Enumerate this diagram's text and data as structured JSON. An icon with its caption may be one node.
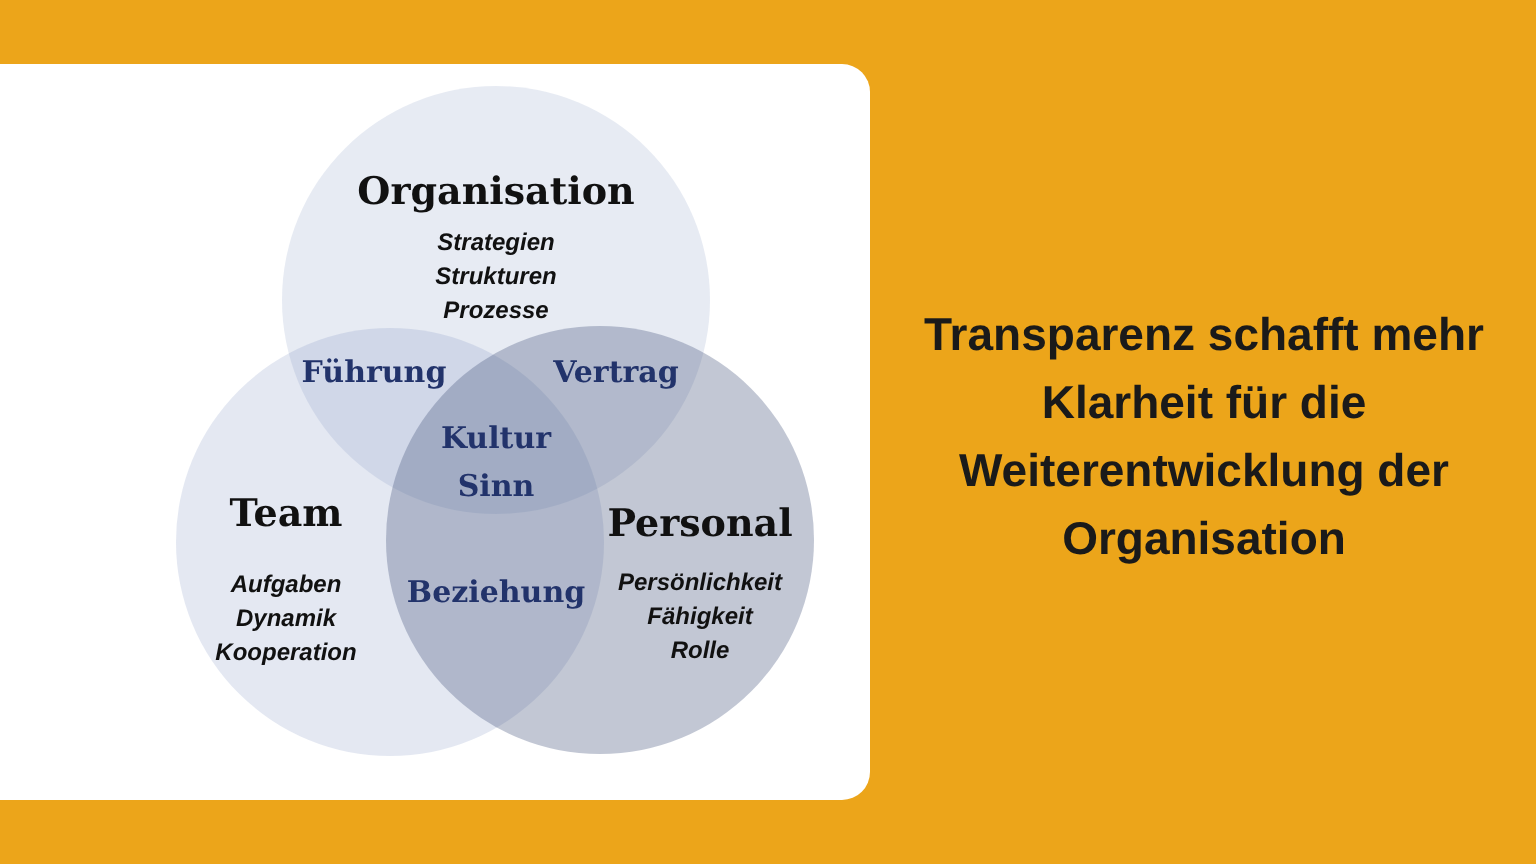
{
  "diagram": {
    "nodes": [
      {
        "text": [
          "Organisation",
          "Strategien",
          "Strukturen",
          "Prozesse"
        ]
      },
      {
        "text": [
          "Team",
          "Aufgaben",
          "Dynamik",
          "Kooperation"
        ]
      },
      {
        "text": [
          "Personal",
          "Persönlichkeit",
          "Fähigkeit",
          "Rolle"
        ]
      }
    ],
    "labels": [
      "Führung",
      "Vertrag",
      "Kultur Sinn",
      "Beziehung",
      "Transparenz schafft mehr Klarheit für die Weiterentwicklung der Organisation"
    ]
  }
}
